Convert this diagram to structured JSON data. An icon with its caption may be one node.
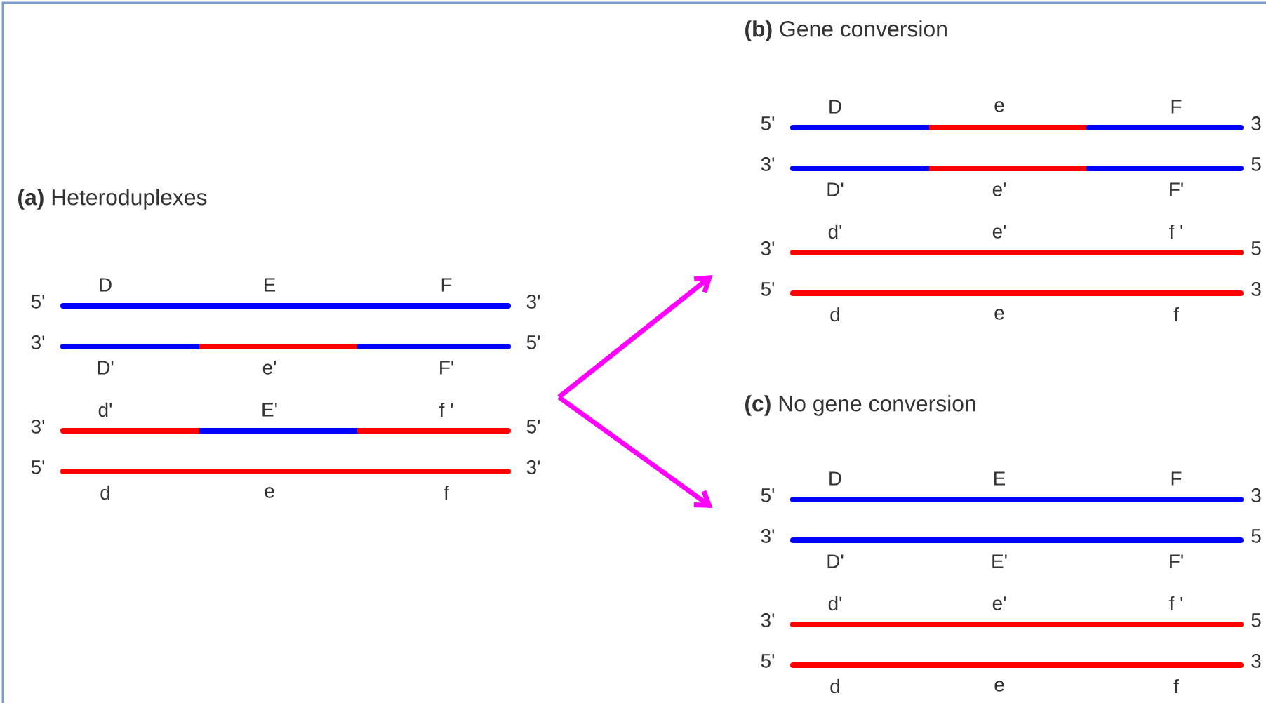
{
  "diagram": {
    "nodes": [
      {
        "text": [
          "**(a)** Heteroduplexes"
        ]
      },
      {
        "text": [
          "**(b)** Gene conversion"
        ]
      },
      {
        "text": [
          "**(c)** No gene conversion"
        ]
      }
    ],
    "edges": [
      {
        "from": 0,
        "to": 1,
        "arrow": "to",
        "color": "#ff00ff"
      },
      {
        "from": 0,
        "to": 2,
        "arrow": "to",
        "color": "#ff00ff"
      }
    ],
    "labels": [
      "D",
      "E",
      "F",
      "5'",
      "3'",
      "3'",
      "5'",
      "D'",
      "e'",
      "F'",
      "d'",
      "E'",
      "f '",
      "3'",
      "5'",
      "5'",
      "3'",
      "d",
      "e",
      "f",
      "D",
      "e",
      "F",
      "5'",
      "3",
      "3'",
      "5",
      "D'",
      "e'",
      "F'",
      "d'",
      "e'",
      "f '",
      "3'",
      "5",
      "5'",
      "3",
      "d",
      "e",
      "f",
      "D",
      "E",
      "F",
      "5'",
      "3",
      "3'",
      "5",
      "D'",
      "E'",
      "F'",
      "d'",
      "e'",
      "f '",
      "3'",
      "5",
      "5'",
      "3",
      "d",
      "e",
      "f"
    ]
  }
}
